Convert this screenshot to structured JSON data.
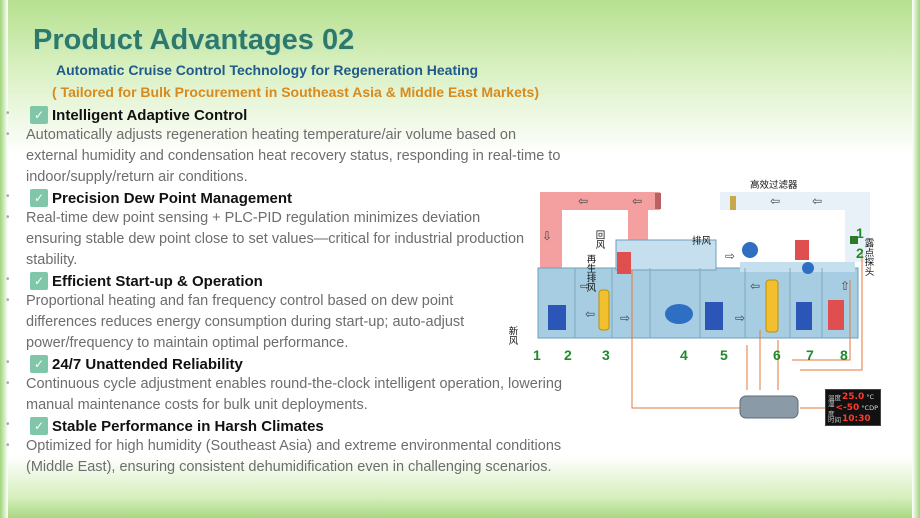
{
  "title": "Product Advantages 02",
  "subtitle": "Automatic Cruise Control Technology for Regeneration Heating",
  "subnote": "( Tailored for Bulk Procurement in Southeast Asia & Middle East Markets)",
  "features": [
    {
      "title": "Intelligent Adaptive Control",
      "desc": "Automatically adjusts regeneration heating temperature/air volume based on external humidity and condensation heat recovery status, responding in real-time to indoor/supply/return air conditions."
    },
    {
      "title": "Precision Dew Point Management",
      "desc": "Real-time dew point sensing + PLC-PID regulation minimizes deviation ensuring stable dew point close to set values—critical for industrial production stability."
    },
    {
      "title": "Efficient Start-up & Operation",
      "desc": "Proportional heating and fan frequency control based on dew point differences reduces energy consumption during start-up; auto-adjust power/frequency to maintain optimal performance."
    },
    {
      "title": "24/7 Unattended Reliability",
      "desc": "Continuous cycle adjustment enables round-the-clock intelligent operation, lowering manual maintenance costs for bulk unit deployments."
    },
    {
      "title": "Stable Performance in Harsh Climates",
      "desc": "Optimized for high humidity (Southeast Asia) and extreme environmental conditions (Middle East), ensuring consistent dehumidification even in challenging scenarios."
    }
  ],
  "diagram": {
    "label_filter": "高效过滤器",
    "label_return": "回风",
    "label_exhaust": "排风",
    "label_regen": "再生排风",
    "label_fresh": "新风",
    "label_dewpoint": "露点探头",
    "numbers": [
      "1",
      "2",
      "3",
      "4",
      "5",
      "6",
      "7",
      "8"
    ],
    "probe_numbers": [
      "1",
      "2"
    ],
    "panel": {
      "row1_label": "温度",
      "row1_value": "25.0",
      "row1_unit": "°C",
      "row2_label": "湿度",
      "row2_value": "<-50",
      "row2_unit": "°CDP",
      "row3_label": "时间",
      "row3_value": "10:30"
    },
    "colors": {
      "duct_red": "#f4a0a0",
      "duct_blue": "#bfdcef",
      "casing": "#9fc6dc",
      "wheel": "#f2c02e",
      "number_green": "#1f8a2a"
    }
  }
}
